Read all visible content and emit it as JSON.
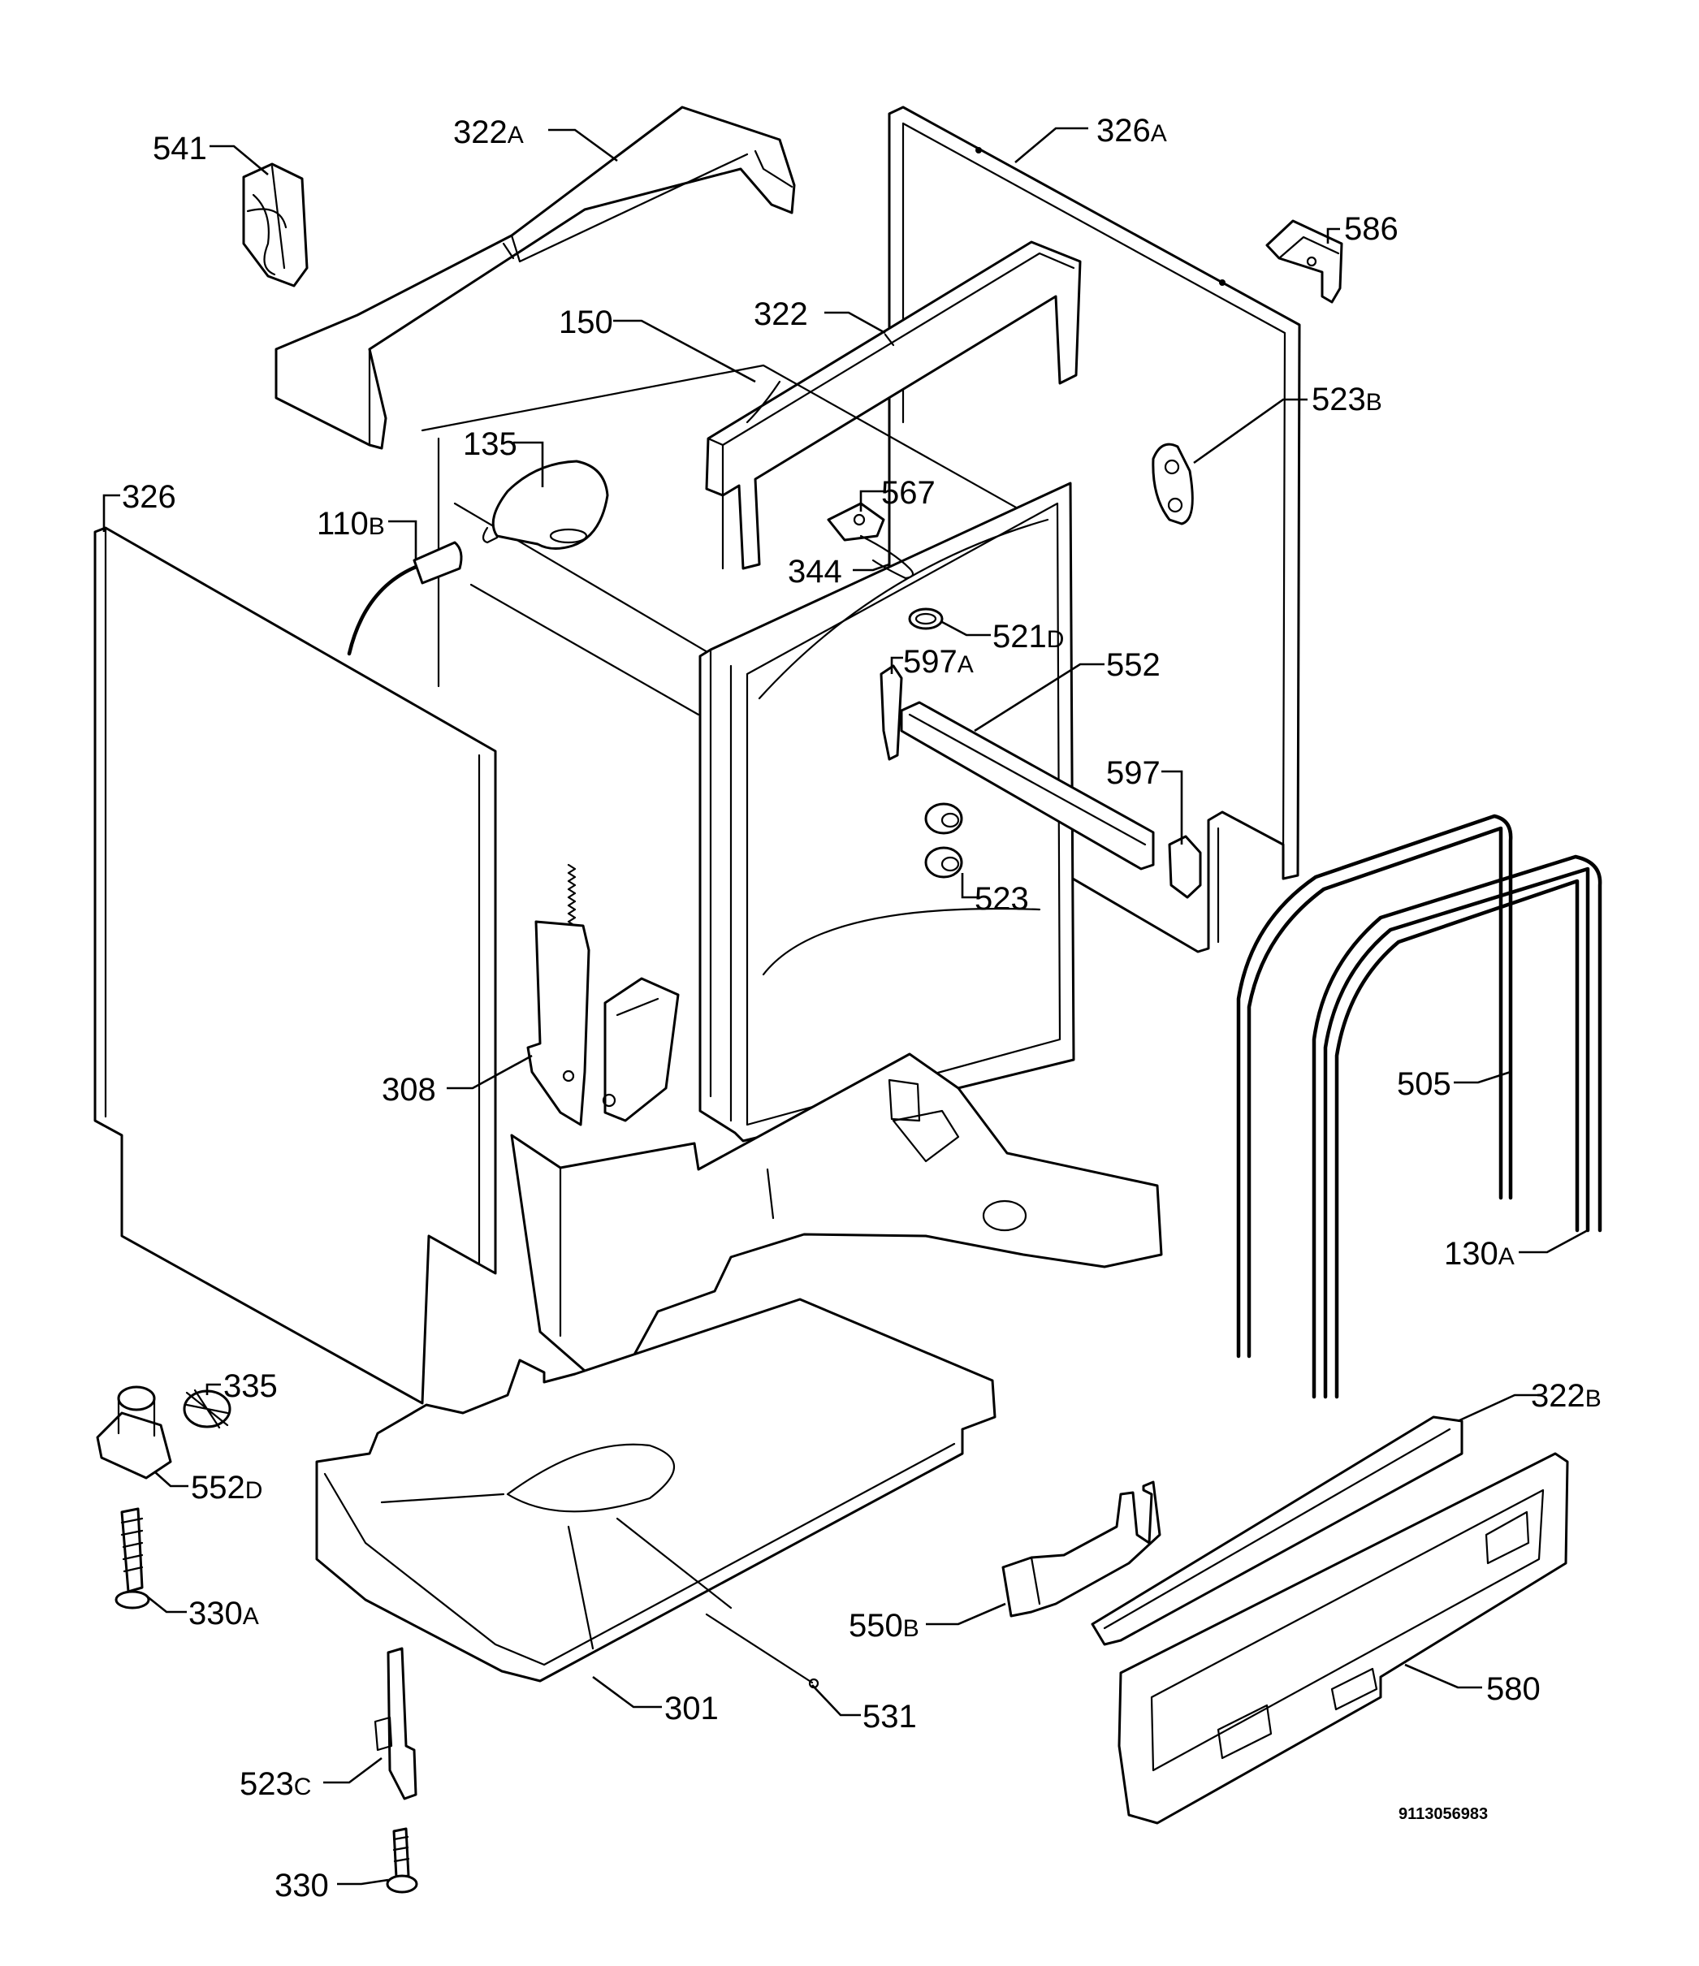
{
  "diagram": {
    "parts": [
      {
        "id": "541",
        "number": "541",
        "suffix": ""
      },
      {
        "id": "322A",
        "number": "322",
        "suffix": "A"
      },
      {
        "id": "326A",
        "number": "326",
        "suffix": "A"
      },
      {
        "id": "586",
        "number": "586",
        "suffix": ""
      },
      {
        "id": "150",
        "number": "150",
        "suffix": ""
      },
      {
        "id": "322",
        "number": "322",
        "suffix": ""
      },
      {
        "id": "523B",
        "number": "523",
        "suffix": "B"
      },
      {
        "id": "135",
        "number": "135",
        "suffix": ""
      },
      {
        "id": "567",
        "number": "567",
        "suffix": ""
      },
      {
        "id": "326",
        "number": "326",
        "suffix": ""
      },
      {
        "id": "110B",
        "number": "110",
        "suffix": "B"
      },
      {
        "id": "344",
        "number": "344",
        "suffix": ""
      },
      {
        "id": "521D",
        "number": "521",
        "suffix": "D"
      },
      {
        "id": "597A",
        "number": "597",
        "suffix": "A"
      },
      {
        "id": "552",
        "number": "552",
        "suffix": ""
      },
      {
        "id": "597",
        "number": "597",
        "suffix": ""
      },
      {
        "id": "523",
        "number": "523",
        "suffix": ""
      },
      {
        "id": "308",
        "number": "308",
        "suffix": ""
      },
      {
        "id": "505",
        "number": "505",
        "suffix": ""
      },
      {
        "id": "130A",
        "number": "130",
        "suffix": "A"
      },
      {
        "id": "335",
        "number": "335",
        "suffix": ""
      },
      {
        "id": "322B",
        "number": "322",
        "suffix": "B"
      },
      {
        "id": "552D",
        "number": "552",
        "suffix": "D"
      },
      {
        "id": "330A",
        "number": "330",
        "suffix": "A"
      },
      {
        "id": "550B",
        "number": "550",
        "suffix": "B"
      },
      {
        "id": "580",
        "number": "580",
        "suffix": ""
      },
      {
        "id": "301",
        "number": "301",
        "suffix": ""
      },
      {
        "id": "531",
        "number": "531",
        "suffix": ""
      },
      {
        "id": "523C",
        "number": "523",
        "suffix": "C"
      },
      {
        "id": "330",
        "number": "330",
        "suffix": ""
      }
    ],
    "document_number": "9113056983"
  }
}
